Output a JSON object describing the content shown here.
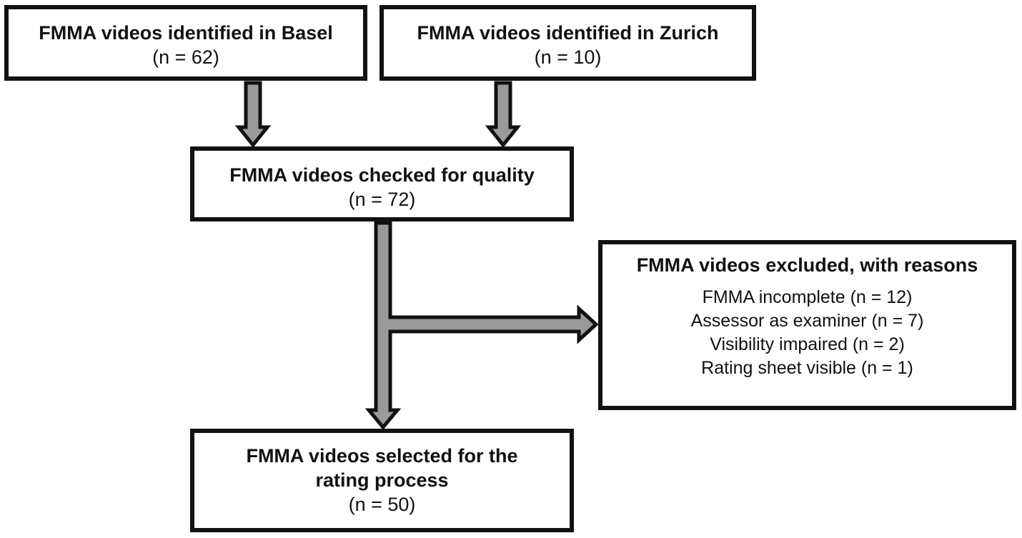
{
  "boxes": {
    "basel": {
      "title": "FMMA videos identified in Basel",
      "count": "(n = 62)"
    },
    "zurich": {
      "title": "FMMA videos identified in Zurich",
      "count": "(n = 10)"
    },
    "quality": {
      "title": "FMMA videos checked for quality",
      "count": "(n = 72)"
    },
    "excluded": {
      "title": "FMMA videos excluded, with reasons",
      "reasons": [
        "FMMA  incomplete (n = 12)",
        "Assessor as examiner (n = 7)",
        "Visibility impaired (n = 2)",
        "Rating sheet visible (n = 1)"
      ]
    },
    "selected": {
      "title_line1": "FMMA videos selected for the",
      "title_line2": "rating process",
      "count": "(n = 50)"
    }
  },
  "colors": {
    "border": "#111111",
    "arrow_fill": "#9a9a9a",
    "arrow_outline": "#111111",
    "background": "#ffffff"
  }
}
